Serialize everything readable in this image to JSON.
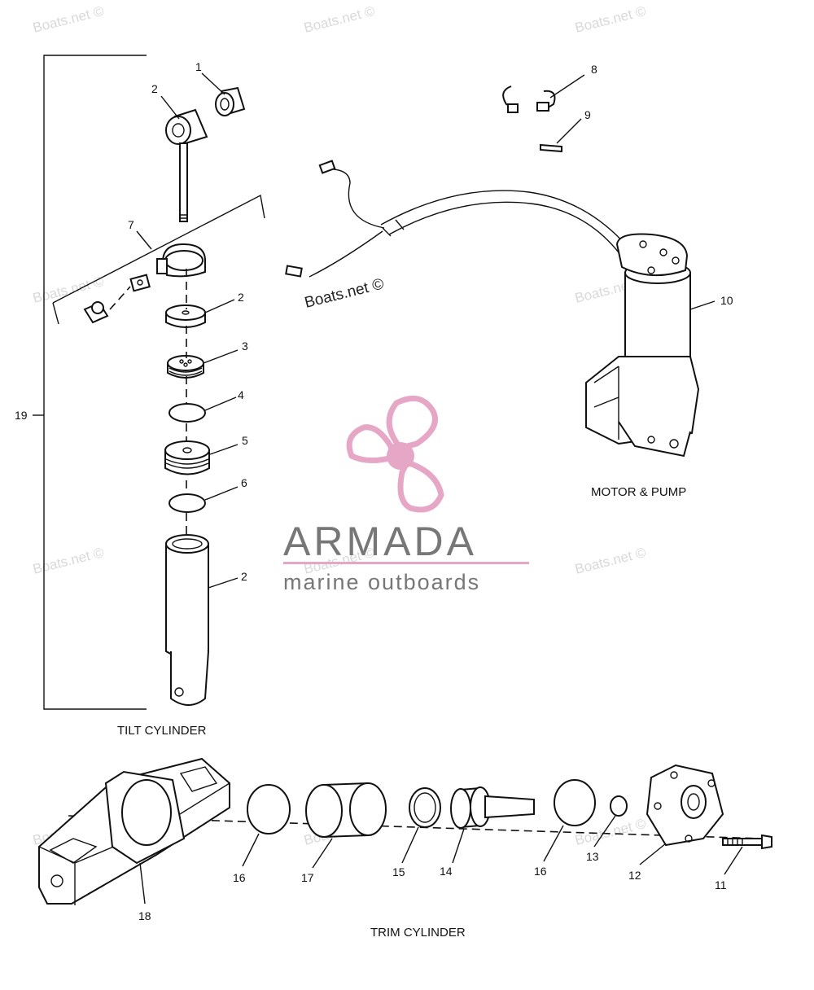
{
  "watermark": "Boats.net ©",
  "logo": {
    "name": "ARMADA",
    "tagline": "marine outboards",
    "color_pink": "#e6a6c6",
    "color_gray": "#777777"
  },
  "sections": {
    "tilt_cylinder": "TILT CYLINDER",
    "motor_pump": "MOTOR & PUMP",
    "trim_cylinder": "TRIM CYLINDER"
  },
  "callouts": {
    "c1": "1",
    "c2a": "2",
    "c2b": "2",
    "c2c": "2",
    "c3": "3",
    "c4": "4",
    "c5": "5",
    "c6": "6",
    "c7": "7",
    "c8": "8",
    "c9": "9",
    "c10": "10",
    "c11": "11",
    "c12": "12",
    "c13": "13",
    "c14": "14",
    "c15": "15",
    "c16a": "16",
    "c16b": "16",
    "c17": "17",
    "c18": "18",
    "c19": "19"
  }
}
